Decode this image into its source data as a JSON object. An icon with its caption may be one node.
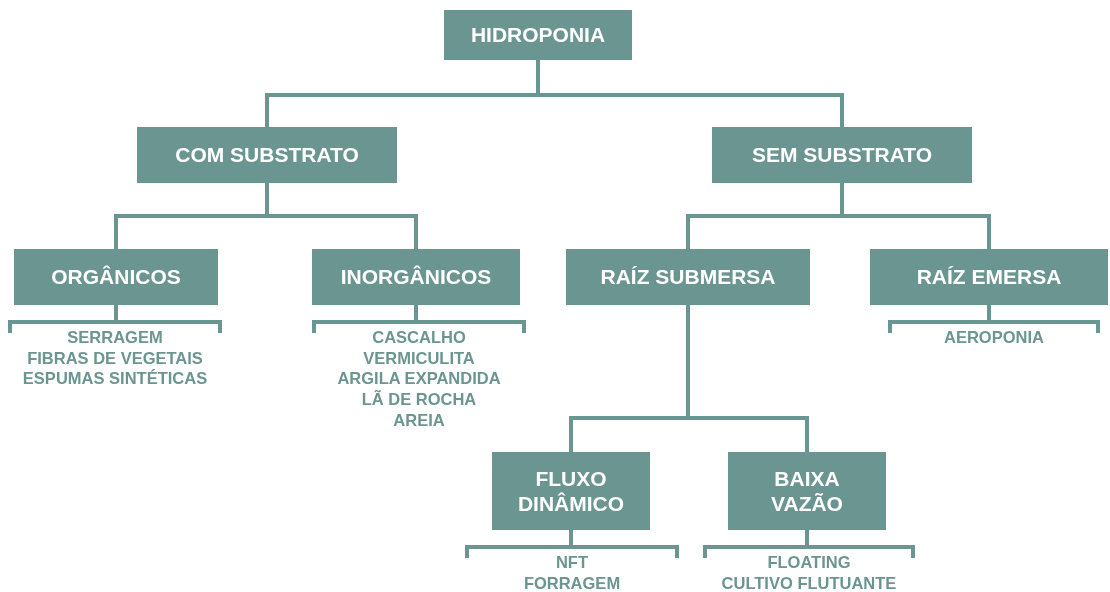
{
  "diagram": {
    "nodes": [
      {
        "text": [
          "HIDROPONIA"
        ]
      },
      {
        "text": [
          "COM SUBSTRATO"
        ]
      },
      {
        "text": [
          "SEM SUBSTRATO"
        ]
      },
      {
        "text": [
          "ORGÂNICOS"
        ]
      },
      {
        "text": [
          "INORGÂNICOS"
        ]
      },
      {
        "text": [
          "RAÍZ SUBMERSA"
        ]
      },
      {
        "text": [
          "RAÍZ EMERSA"
        ]
      },
      {
        "text": [
          "FLUXO DINÂMICO"
        ]
      },
      {
        "text": [
          "BAIXA VAZÃO"
        ]
      },
      {
        "text": [
          "SERRAGEM",
          "FIBRAS DE VEGETAIS",
          "ESPUMAS SINTÉTICAS"
        ]
      },
      {
        "text": [
          "CASCALHO",
          "VERMICULITA",
          "ARGILA EXPANDIDA",
          "LÃ DE ROCHA",
          "AREIA"
        ]
      },
      {
        "text": [
          "AEROPONIA"
        ]
      },
      {
        "text": [
          "NFT",
          "FORRAGEM"
        ]
      },
      {
        "text": [
          "FLOATING",
          "CULTIVO FLUTUANTE"
        ]
      }
    ],
    "edges": [
      {
        "from": 0,
        "to": 1,
        "arrow": "none"
      },
      {
        "from": 0,
        "to": 2,
        "arrow": "none"
      },
      {
        "from": 1,
        "to": 3,
        "arrow": "none"
      },
      {
        "from": 1,
        "to": 4,
        "arrow": "none"
      },
      {
        "from": 2,
        "to": 5,
        "arrow": "none"
      },
      {
        "from": 2,
        "to": 6,
        "arrow": "none"
      },
      {
        "from": 5,
        "to": 7,
        "arrow": "none"
      },
      {
        "from": 5,
        "to": 8,
        "arrow": "none"
      },
      {
        "from": 3,
        "to": 9,
        "arrow": "none"
      },
      {
        "from": 4,
        "to": 10,
        "arrow": "none"
      },
      {
        "from": 6,
        "to": 11,
        "arrow": "none"
      },
      {
        "from": 7,
        "to": 12,
        "arrow": "none"
      },
      {
        "from": 8,
        "to": 13,
        "arrow": "none"
      }
    ]
  }
}
